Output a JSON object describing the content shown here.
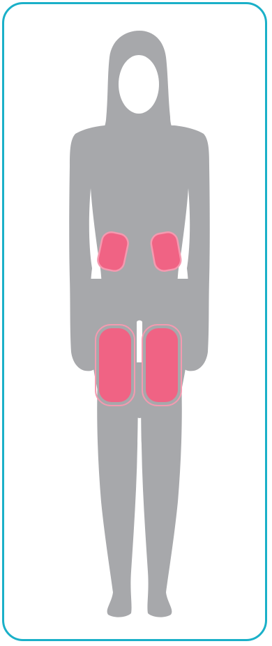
{
  "diagram": {
    "subject": "female-body-silhouette-front",
    "colors": {
      "frame_border": "#1ab0c8",
      "silhouette": "#a7a8ab",
      "highlight_fill": "#f06384",
      "highlight_outline": "#f49ab0",
      "background": "#ffffff"
    },
    "highlighted_regions": [
      {
        "id": "left-hip",
        "side": "left"
      },
      {
        "id": "right-hip",
        "side": "right"
      },
      {
        "id": "left-thigh",
        "side": "left"
      },
      {
        "id": "right-thigh",
        "side": "right"
      }
    ]
  }
}
